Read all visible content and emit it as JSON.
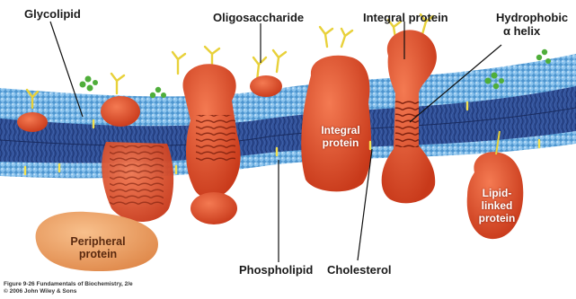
{
  "labels": {
    "glycolipid": "Glycolipid",
    "oligosaccharide": "Oligosaccharide",
    "integral_protein_top": "Integral protein",
    "hydrophobic_helix_line1": "Hydrophobic",
    "hydrophobic_helix_line2": "α helix",
    "integral_protein_inside_line1": "Integral",
    "integral_protein_inside_line2": "protein",
    "peripheral_line1": "Peripheral",
    "peripheral_line2": "protein",
    "lipid_linked_line1": "Lipid-",
    "lipid_linked_line2": "linked",
    "lipid_linked_line3": "protein",
    "phospholipid": "Phospholipid",
    "cholesterol": "Cholesterol"
  },
  "credit": {
    "line1": "Figure 9-26  Fundamentals of Biochemistry, 2/e",
    "line2": "© 2006 John Wiley & Sons"
  },
  "colors": {
    "head_group": "#5fa8dc",
    "tail_region": "#2f4f96",
    "protein": "#e2502c",
    "peripheral_protein": "#f0a468",
    "sugar_yellow": "#e8d13a",
    "sugar_green": "#4fae3a"
  }
}
